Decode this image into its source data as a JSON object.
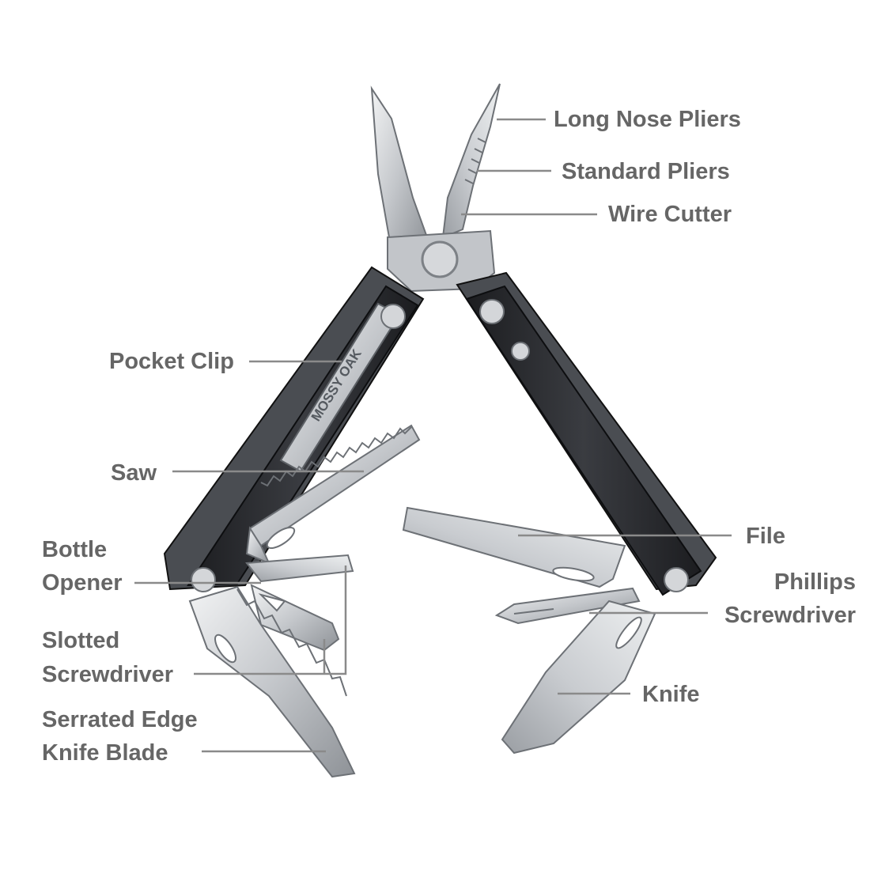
{
  "colors": {
    "label": "#666666",
    "leader_line": "#8a8a8a",
    "steel_light": "#e4e6e8",
    "steel_mid": "#b9bcc0",
    "steel_dark": "#7d8186",
    "handle": "#2a2c30",
    "handle_edge": "#111214",
    "background": "#ffffff"
  },
  "logo_text": "MOSSY OAK",
  "labels": {
    "long_nose_pliers": "Long Nose Pliers",
    "standard_pliers": "Standard Pliers",
    "wire_cutter": "Wire Cutter",
    "pocket_clip": "Pocket Clip",
    "saw": "Saw",
    "bottle_opener_1": "Bottle",
    "bottle_opener_2": "Opener",
    "slotted_screwdriver_1": "Slotted",
    "slotted_screwdriver_2": "Screwdriver",
    "serrated_1": "Serrated Edge",
    "serrated_2": "Knife Blade",
    "file": "File",
    "phillips_1": "Phillips",
    "phillips_2": "Screwdriver",
    "knife": "Knife"
  }
}
